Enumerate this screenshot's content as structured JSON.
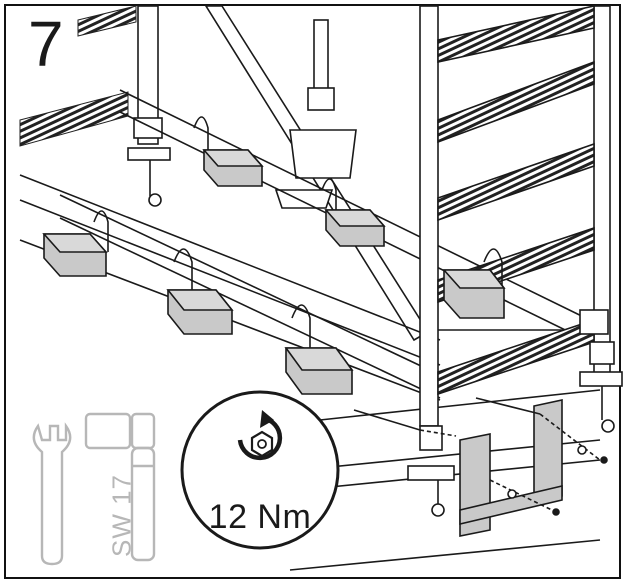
{
  "step": {
    "number": "7"
  },
  "torque": {
    "value_label": "12 Nm"
  },
  "tool": {
    "size_label": "SW 17"
  },
  "icons": {
    "wrench": "wrench-icon",
    "socket": "socket-wrench-icon",
    "rotation": "tighten-rotation-icon",
    "nut": "hex-nut-icon"
  },
  "colors": {
    "line": "#1a1a1a",
    "ballast": "#c9c9c9",
    "tool_gray": "#b7b7b7"
  }
}
